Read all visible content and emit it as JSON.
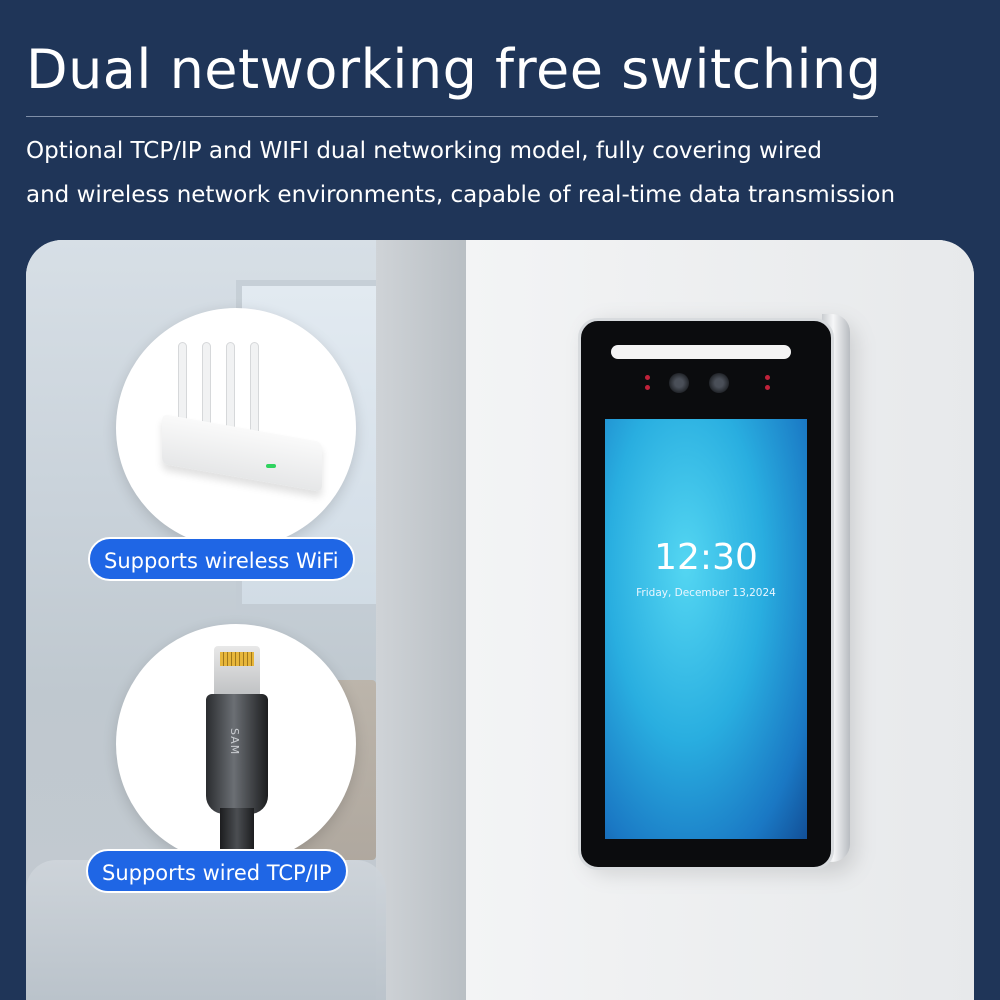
{
  "header": {
    "title": "Dual networking free switching",
    "description_line1": "Optional TCP/IP and WIFI dual networking model, fully covering wired",
    "description_line2": "and wireless network environments, capable of real-time data transmission"
  },
  "features": {
    "wifi_label": "Supports wireless WiFi",
    "wired_label": "Supports wired TCP/IP"
  },
  "device": {
    "time": "12:30",
    "date": "Friday, December 13,2024"
  },
  "colors": {
    "background": "#1f3558",
    "pill_blue": "#1f66e5",
    "screen_cyan": "#29aee0"
  },
  "icons": {
    "router": "wifi-router-icon",
    "cable": "ethernet-cable-icon"
  }
}
